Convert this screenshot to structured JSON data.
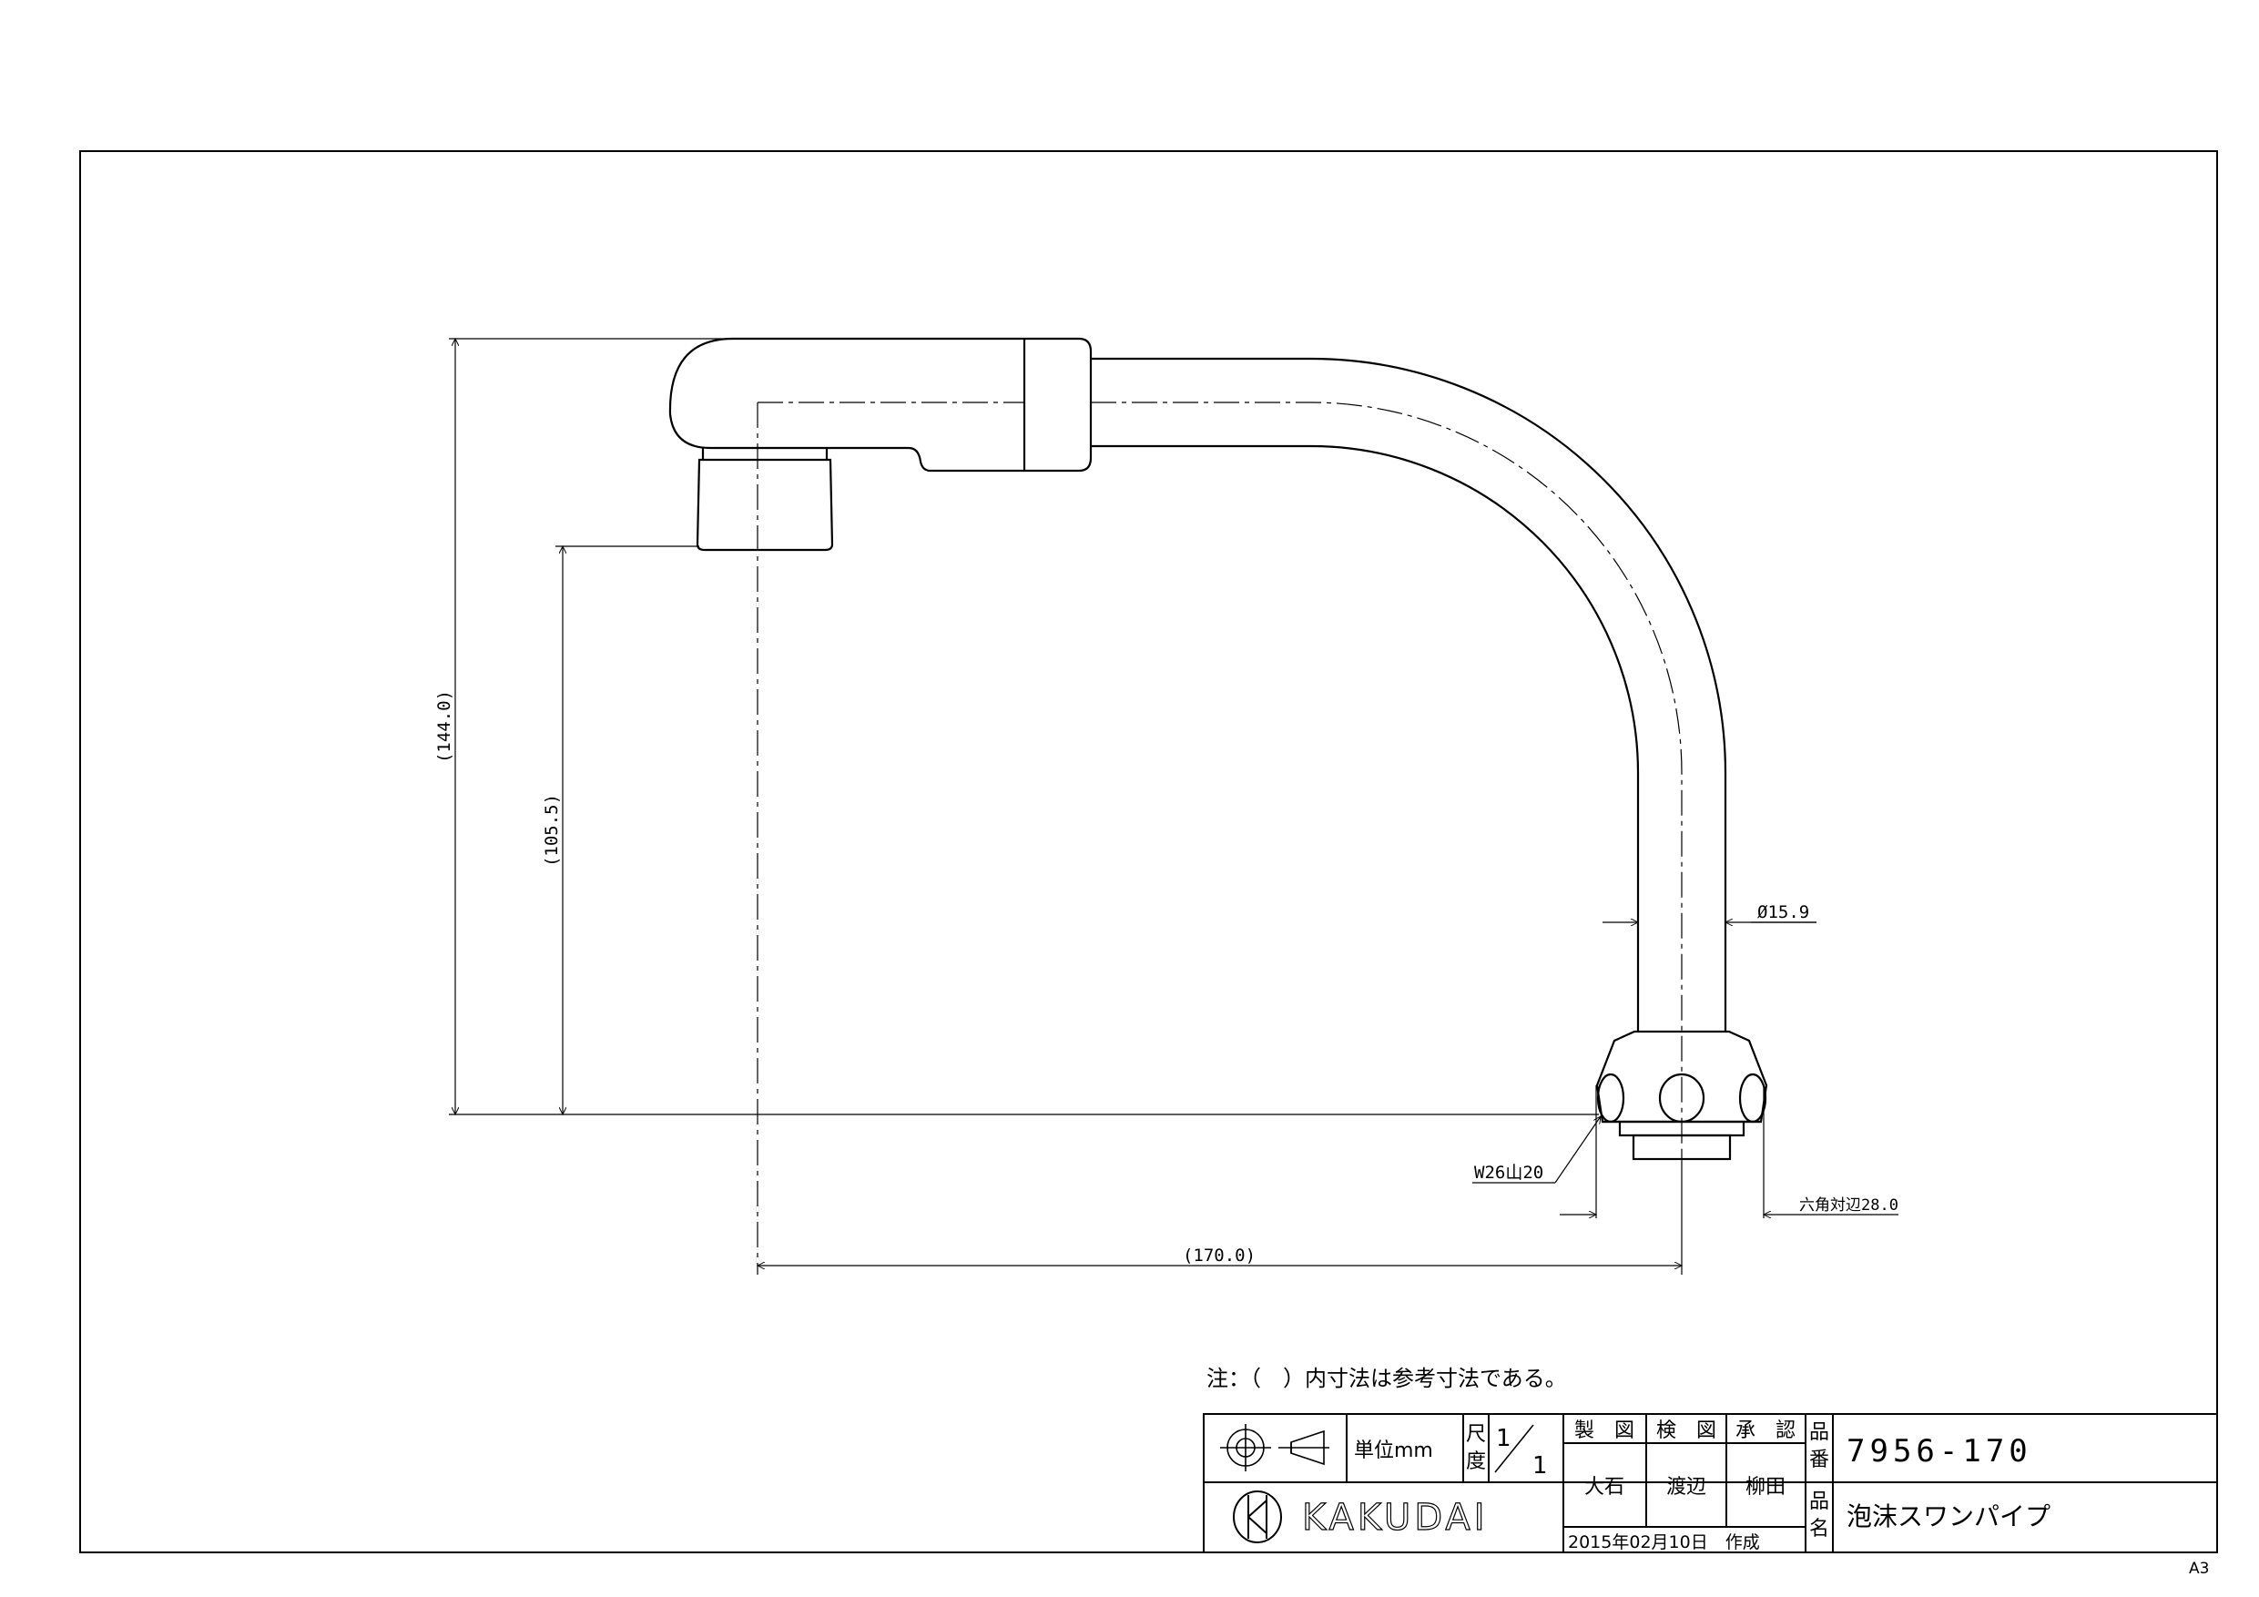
{
  "paper_size": "A3",
  "note": "注：（　）内寸法は参考寸法である。",
  "dimensions": {
    "overall_height": "(144.0)",
    "outlet_height": "(105.5)",
    "reach": "(170.0)",
    "pipe_diameter": "Ø15.9",
    "thread": "W26山20",
    "hex_size": "六角対辺28.0"
  },
  "title_block": {
    "unit_label": "単位mm",
    "scale_label_1": "尺",
    "scale_label_2": "度",
    "scale_num": "1",
    "scale_den": "1",
    "drawn_label": "製　図",
    "checked_label": "検　図",
    "approved_label": "承　認",
    "drawn_by": "大石",
    "checked_by": "渡辺",
    "approved_by": "柳田",
    "part_no_label_1": "品",
    "part_no_label_2": "番",
    "part_no": "7956-170",
    "part_name_label_1": "品",
    "part_name_label_2": "名",
    "part_name": "泡沫スワンパイプ",
    "date": "2015年02月10日　作成",
    "company": "KAKUDAI"
  }
}
